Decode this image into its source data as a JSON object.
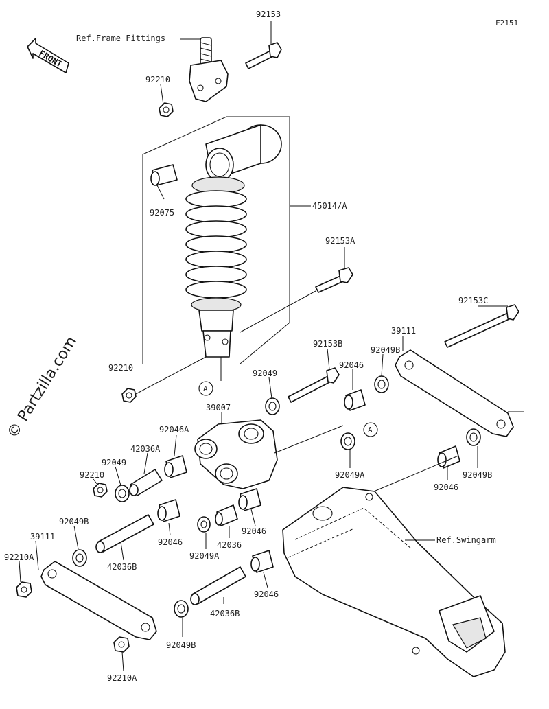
{
  "figure_code": "F2151",
  "watermark": "© Partzilla.com",
  "front_label": "FRONT",
  "ref_labels": {
    "frame_fittings": "Ref.Frame Fittings",
    "swingarm": "Ref.Swingarm"
  },
  "callouts": {
    "c92153_top": "92153",
    "c92210_top": "92210",
    "c92075": "92075",
    "c45014A": "45014/A",
    "c92153A": "92153A",
    "c92153C": "92153C",
    "c39111_right": "39111",
    "c92049B_r1": "92049B",
    "c92153B": "92153B",
    "c92046_upper": "92046",
    "c92049_upper": "92049",
    "c92210_mid": "92210",
    "c39007": "39007",
    "c92046A": "92046A",
    "c42036A": "42036A",
    "c92049_left": "92049",
    "c92210_left": "92210",
    "c92049A_right": "92049A",
    "c92049B_r2": "92049B",
    "c92046_r": "92046",
    "c92049B_left": "92049B",
    "c39111_left": "39111",
    "c92210A_left": "92210A",
    "c42036B_upper": "42036B",
    "c92046_c1": "92046",
    "c92049A_c": "92049A",
    "c42036": "42036",
    "c92046_c2": "92046",
    "c92046_low": "92046",
    "c42036B_low": "42036B",
    "c92049B_bottom": "92049B",
    "c92210A_bottom": "92210A"
  },
  "ref_markers": {
    "a1": "A",
    "a2": "A"
  }
}
